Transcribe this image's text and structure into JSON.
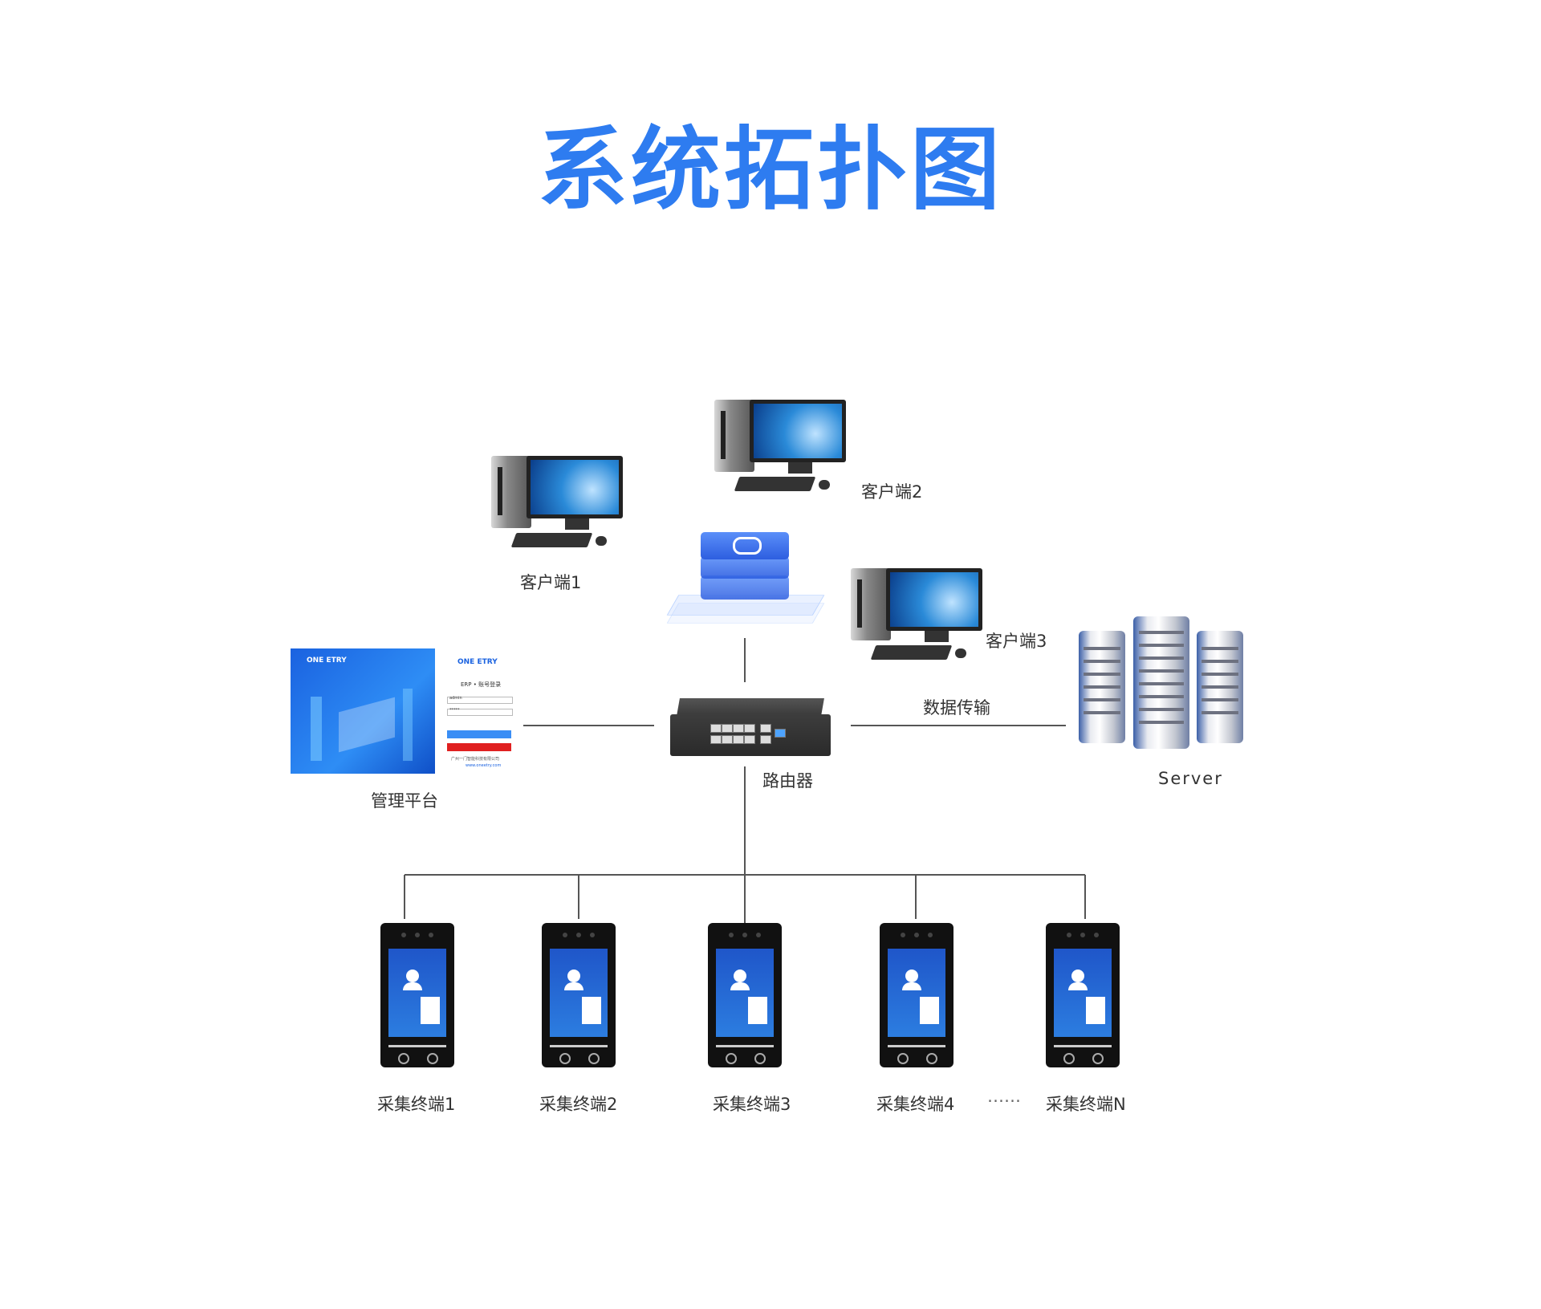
{
  "title": "系统拓扑图",
  "colors": {
    "title": "#2e7cf0",
    "line": "#555555"
  },
  "nodes": {
    "client1": "客户端1",
    "client2": "客户端2",
    "client3": "客户端3",
    "cloud_platform": "",
    "router": "路由器",
    "management": "管理平台",
    "data_transfer": "数据传输",
    "server": "Server"
  },
  "management_screen": {
    "brand": "ONE ETRY",
    "login_title": "ERP • 账号登录",
    "username": "admin",
    "password": "*****",
    "company": "广州一门智能科技有限公司",
    "website": "www.oneetry.com"
  },
  "terminals": [
    "采集终端1",
    "采集终端2",
    "采集终端3",
    "采集终端4",
    "采集终端N"
  ],
  "ellipsis": "……"
}
